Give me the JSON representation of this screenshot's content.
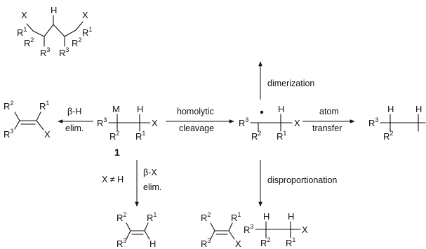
{
  "reactions": {
    "beta_h": {
      "line1": "β-H",
      "line2": "elim."
    },
    "homolytic": {
      "line1": "homolytic",
      "line2": "cleavage"
    },
    "atom_transfer": {
      "line1": "atom",
      "line2": "transfer"
    },
    "dimerization": {
      "label": "dimerization"
    },
    "beta_x": {
      "condition": "X ≠ H",
      "line1": "β-X",
      "line2": "elim."
    },
    "disproportionation": {
      "label": "disproportionation"
    }
  },
  "compounds": {
    "start": {
      "number": "1",
      "M": "M",
      "H": "H",
      "X": "X",
      "R": "R",
      "n1": "1",
      "n2": "2",
      "n3": "3"
    },
    "radical": {
      "H": "H",
      "X": "X",
      "R": "R",
      "n1": "1",
      "n2": "2",
      "n3": "3"
    },
    "dimer": {
      "H": "H",
      "X": "X",
      "R": "R",
      "n1": "1",
      "n2": "2",
      "n3": "3"
    },
    "vinyl_halide": {
      "X": "X",
      "R": "R",
      "n1": "1",
      "n2": "2",
      "n3": "3"
    },
    "alkene": {
      "H": "H",
      "R": "R",
      "n1": "1",
      "n2": "2",
      "n3": "3"
    },
    "transfer_product": {
      "H": "H",
      "R": "R",
      "n2": "2",
      "n3": "3"
    },
    "disp_alkene": {
      "X": "X",
      "R": "R",
      "n1": "1",
      "n2": "2",
      "n3": "3"
    },
    "disp_alkane": {
      "H": "H",
      "X": "X",
      "R": "R",
      "n1": "1",
      "n2": "2",
      "n3": "3"
    }
  }
}
